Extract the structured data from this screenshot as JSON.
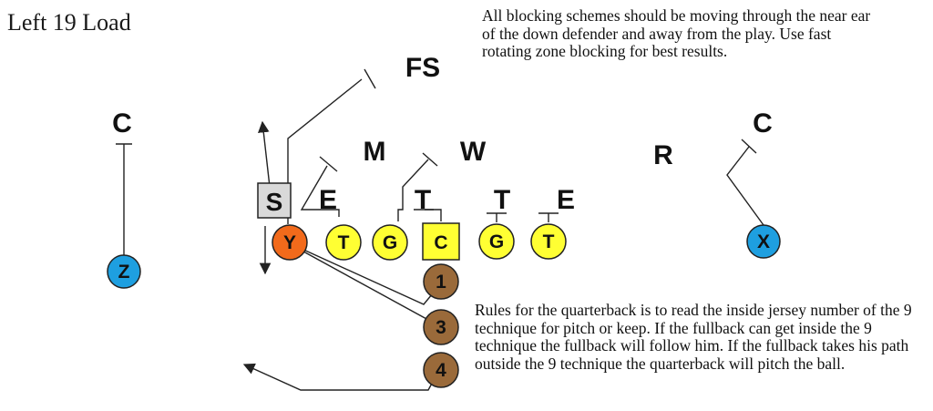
{
  "title": "Left 19 Load",
  "notes": {
    "blocking": "All blocking schemes should be moving through the near ear of the down defender and away from the play.  Use fast rotating zone blocking for best results.",
    "quarterback": "Rules for the quarterback is to read the inside jersey number of the 9 technique for pitch or keep.  If the fullback can get inside the 9 technique the fullback will follow him.  If the fullback takes his path outside the 9 technique the quarterback will pitch the ball."
  },
  "defense": {
    "free_safety": "FS",
    "corner_left": "C",
    "corner_right": "C",
    "mike": "M",
    "will": "W",
    "rover": "R",
    "strong_safety": "S",
    "end_left": "E",
    "tackle_left": "T",
    "tackle_right": "T",
    "end_right": "E"
  },
  "offense": {
    "split_end_left": "Z",
    "tight_end": "Y",
    "left_tackle": "T",
    "left_guard": "G",
    "center": "C",
    "right_guard": "G",
    "right_tackle": "T",
    "split_end_right": "X",
    "quarterback": "1",
    "fullback": "3",
    "tailback": "4"
  },
  "colors": {
    "receiver": "#1e9fe0",
    "tight_end": "#f26a1b",
    "lineman": "#ffff33",
    "back": "#9a6a3a",
    "route": "#222222"
  }
}
